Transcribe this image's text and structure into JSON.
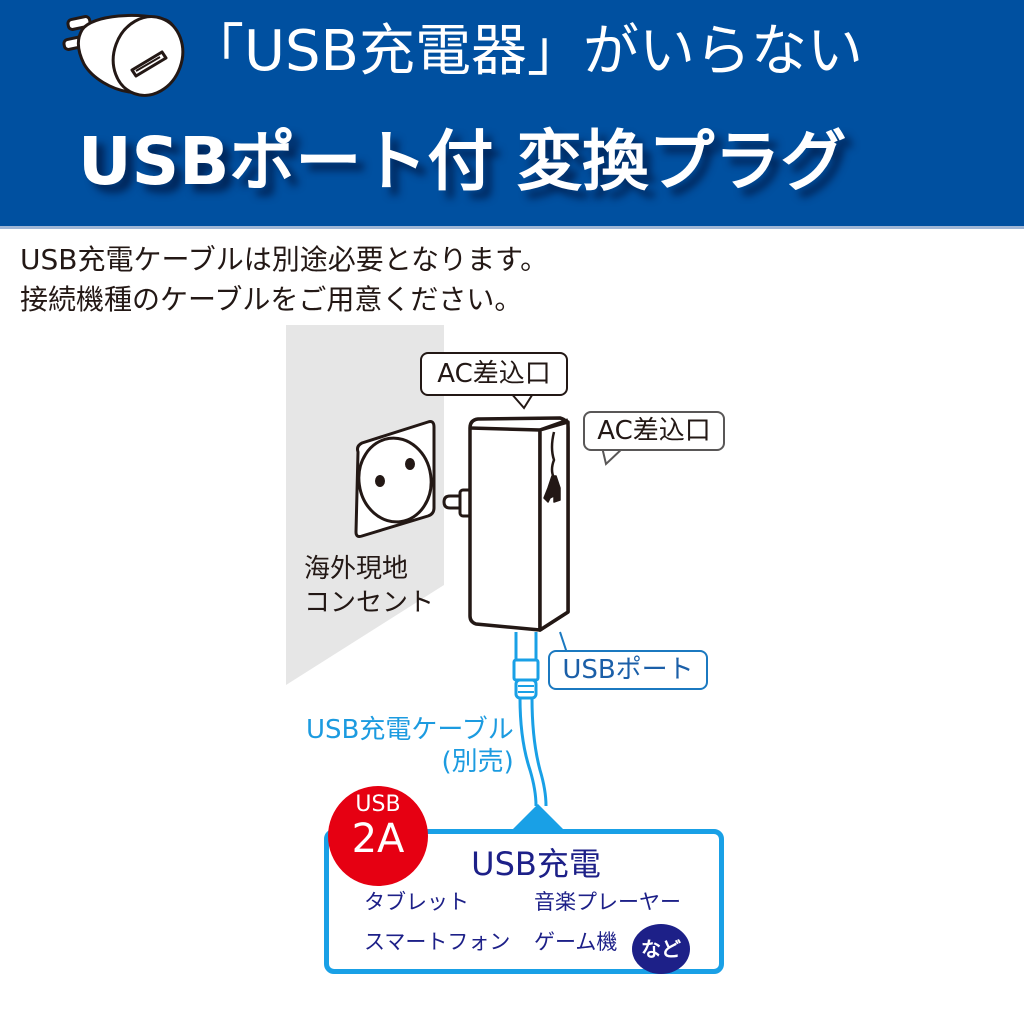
{
  "header": {
    "subtitle": "「USB充電器」がいらない",
    "title": "USBポート付 変換プラグ",
    "background_color": "#0050a0",
    "icon": "usb-charger-plug-icon"
  },
  "note": {
    "lines": [
      "USB充電ケーブルは別途必要となります。",
      "接続機種のケーブルをご用意ください。"
    ]
  },
  "diagram": {
    "outlet_label": [
      "海外現地",
      "コンセント"
    ],
    "callouts": {
      "ac_top": "AC差込口",
      "ac_side": "AC差込口",
      "usb_port": "USBポート"
    },
    "cable_label": {
      "line1": "USB充電ケーブル",
      "line2": "(別売)",
      "color": "#1c9be0"
    }
  },
  "usb_box": {
    "badge": {
      "line1": "USB",
      "line2": "2A",
      "color": "#e60012"
    },
    "title": "USB充電",
    "devices": [
      "タブレット",
      "音楽プレーヤー",
      "スマートフォン",
      "ゲーム機"
    ],
    "etc_badge": "など",
    "border_color": "#19a0e6",
    "text_color": "#1d2088"
  }
}
